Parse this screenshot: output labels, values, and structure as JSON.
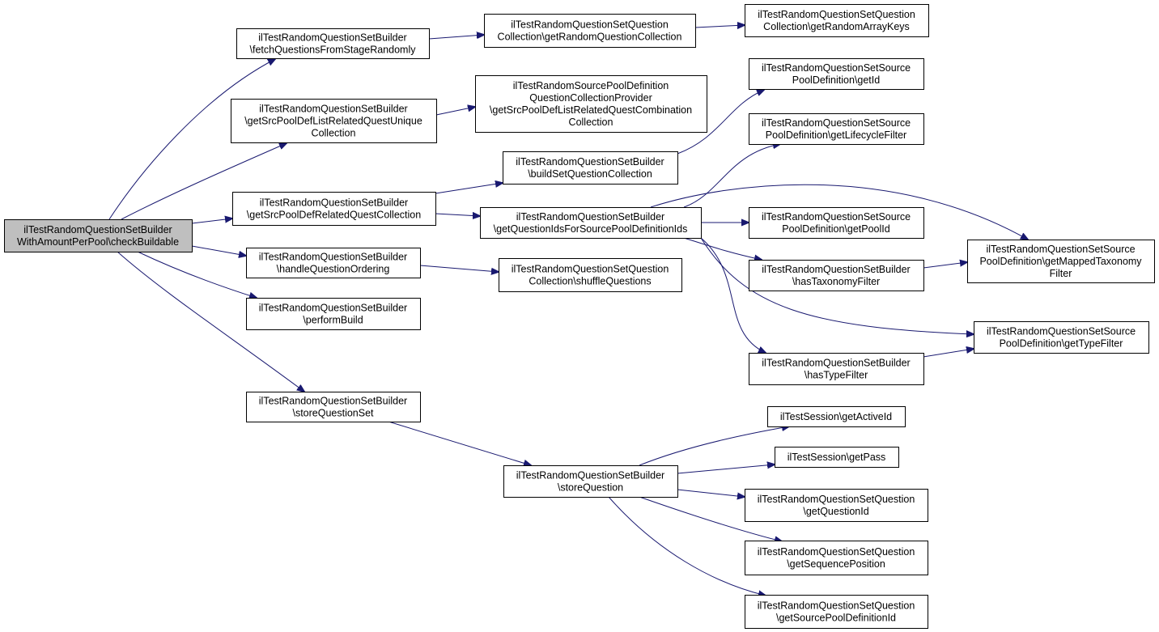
{
  "graph": {
    "nodes": [
      {
        "id": "root",
        "lines": [
          "ilTestRandomQuestionSetBuilder",
          "WithAmountPerPool\\checkBuildable"
        ],
        "highlight": true
      },
      {
        "id": "fetch",
        "lines": [
          "ilTestRandomQuestionSetBuilder",
          "\\fetchQuestionsFromStageRandomly"
        ]
      },
      {
        "id": "getRandColl",
        "lines": [
          "ilTestRandomQuestionSetQuestion",
          "Collection\\getRandomQuestionCollection"
        ]
      },
      {
        "id": "getRandKeys",
        "lines": [
          "ilTestRandomQuestionSetQuestion",
          "Collection\\getRandomArrayKeys"
        ]
      },
      {
        "id": "getSrcUnique",
        "lines": [
          "ilTestRandomQuestionSetBuilder",
          "\\getSrcPoolDefListRelatedQuestUnique",
          "Collection"
        ]
      },
      {
        "id": "combProvider",
        "lines": [
          "ilTestRandomSourcePoolDefinition",
          "QuestionCollectionProvider",
          "\\getSrcPoolDefListRelatedQuestCombination",
          "Collection"
        ]
      },
      {
        "id": "getId",
        "lines": [
          "ilTestRandomQuestionSetSource",
          "PoolDefinition\\getId"
        ]
      },
      {
        "id": "getLifecycle",
        "lines": [
          "ilTestRandomQuestionSetSource",
          "PoolDefinition\\getLifecycleFilter"
        ]
      },
      {
        "id": "buildSetColl",
        "lines": [
          "ilTestRandomQuestionSetBuilder",
          "\\buildSetQuestionCollection"
        ]
      },
      {
        "id": "getSrcRelated",
        "lines": [
          "ilTestRandomQuestionSetBuilder",
          "\\getSrcPoolDefRelatedQuestCollection"
        ]
      },
      {
        "id": "getQIds",
        "lines": [
          "ilTestRandomQuestionSetBuilder",
          "\\getQuestionIdsForSourcePoolDefinitionIds"
        ]
      },
      {
        "id": "getPoolId",
        "lines": [
          "ilTestRandomQuestionSetSource",
          "PoolDefinition\\getPoolId"
        ]
      },
      {
        "id": "getMappedTax",
        "lines": [
          "ilTestRandomQuestionSetSource",
          "PoolDefinition\\getMappedTaxonomy",
          "Filter"
        ]
      },
      {
        "id": "handleOrdering",
        "lines": [
          "ilTestRandomQuestionSetBuilder",
          "\\handleQuestionOrdering"
        ]
      },
      {
        "id": "shuffle",
        "lines": [
          "ilTestRandomQuestionSetQuestion",
          "Collection\\shuffleQuestions"
        ]
      },
      {
        "id": "hasTax",
        "lines": [
          "ilTestRandomQuestionSetBuilder",
          "\\hasTaxonomyFilter"
        ]
      },
      {
        "id": "performBuild",
        "lines": [
          "ilTestRandomQuestionSetBuilder",
          "\\performBuild"
        ]
      },
      {
        "id": "getTypeFilter",
        "lines": [
          "ilTestRandomQuestionSetSource",
          "PoolDefinition\\getTypeFilter"
        ]
      },
      {
        "id": "hasType",
        "lines": [
          "ilTestRandomQuestionSetBuilder",
          "\\hasTypeFilter"
        ]
      },
      {
        "id": "storeSet",
        "lines": [
          "ilTestRandomQuestionSetBuilder",
          "\\storeQuestionSet"
        ]
      },
      {
        "id": "getActiveId",
        "lines": [
          "ilTestSession\\getActiveId"
        ]
      },
      {
        "id": "getPass",
        "lines": [
          "ilTestSession\\getPass"
        ]
      },
      {
        "id": "storeQ",
        "lines": [
          "ilTestRandomQuestionSetBuilder",
          "\\storeQuestion"
        ]
      },
      {
        "id": "getQId",
        "lines": [
          "ilTestRandomQuestionSetQuestion",
          "\\getQuestionId"
        ]
      },
      {
        "id": "getSeqPos",
        "lines": [
          "ilTestRandomQuestionSetQuestion",
          "\\getSequencePosition"
        ]
      },
      {
        "id": "getSrcPoolDefId",
        "lines": [
          "ilTestRandomQuestionSetQuestion",
          "\\getSourcePoolDefinitionId"
        ]
      }
    ],
    "edges": [
      [
        "root",
        "fetch"
      ],
      [
        "root",
        "getSrcUnique"
      ],
      [
        "root",
        "getSrcRelated"
      ],
      [
        "root",
        "handleOrdering"
      ],
      [
        "root",
        "performBuild"
      ],
      [
        "root",
        "storeSet"
      ],
      [
        "fetch",
        "getRandColl"
      ],
      [
        "getRandColl",
        "getRandKeys"
      ],
      [
        "getSrcUnique",
        "combProvider"
      ],
      [
        "getSrcRelated",
        "buildSetColl"
      ],
      [
        "getSrcRelated",
        "getQIds"
      ],
      [
        "buildSetColl",
        "getId"
      ],
      [
        "getQIds",
        "getLifecycle"
      ],
      [
        "getQIds",
        "getMappedTax"
      ],
      [
        "getQIds",
        "getPoolId"
      ],
      [
        "getQIds",
        "hasTax"
      ],
      [
        "getQIds",
        "getTypeFilter"
      ],
      [
        "getQIds",
        "hasType"
      ],
      [
        "hasTax",
        "getMappedTax"
      ],
      [
        "hasType",
        "getTypeFilter"
      ],
      [
        "handleOrdering",
        "shuffle"
      ],
      [
        "storeSet",
        "storeQ"
      ],
      [
        "storeQ",
        "getActiveId"
      ],
      [
        "storeQ",
        "getPass"
      ],
      [
        "storeQ",
        "getQId"
      ],
      [
        "storeQ",
        "getSeqPos"
      ],
      [
        "storeQ",
        "getSrcPoolDefId"
      ]
    ]
  }
}
